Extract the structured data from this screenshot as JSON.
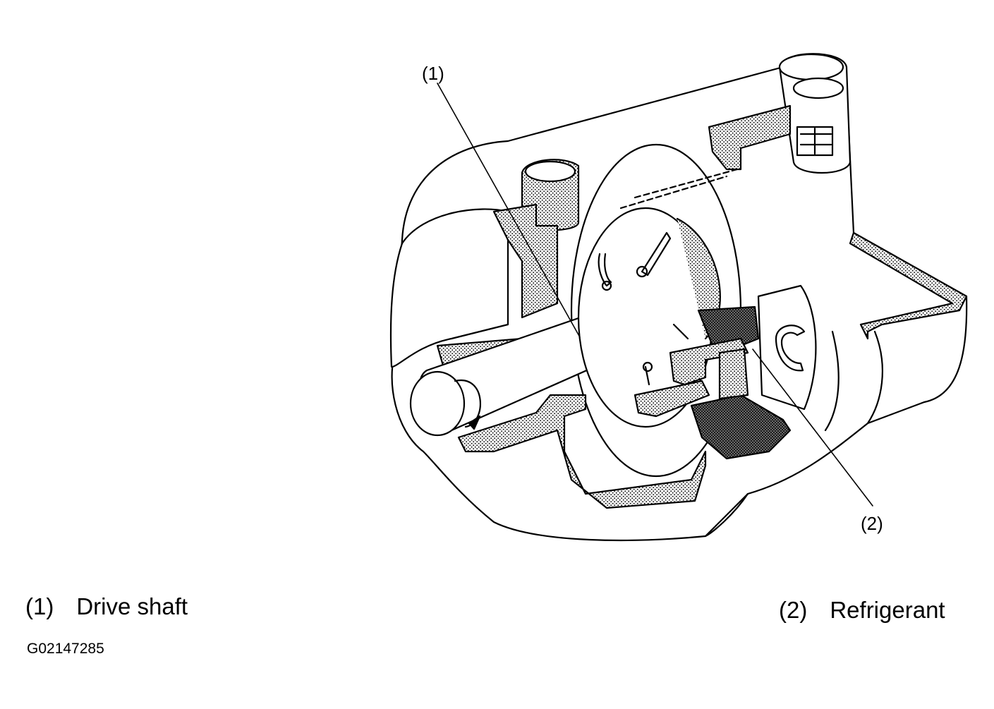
{
  "callouts": [
    {
      "number": "(1)"
    },
    {
      "number": "(2)"
    }
  ],
  "legend": [
    {
      "number": "(1)",
      "label": "Drive shaft"
    },
    {
      "number": "(2)",
      "label": "Refrigerant"
    }
  ],
  "figure_id": "G02147285",
  "colors": {
    "ink": "#000000",
    "background": "#ffffff",
    "section_fill": "#b8b8b8",
    "dark_fill": "#5a5a5a"
  }
}
